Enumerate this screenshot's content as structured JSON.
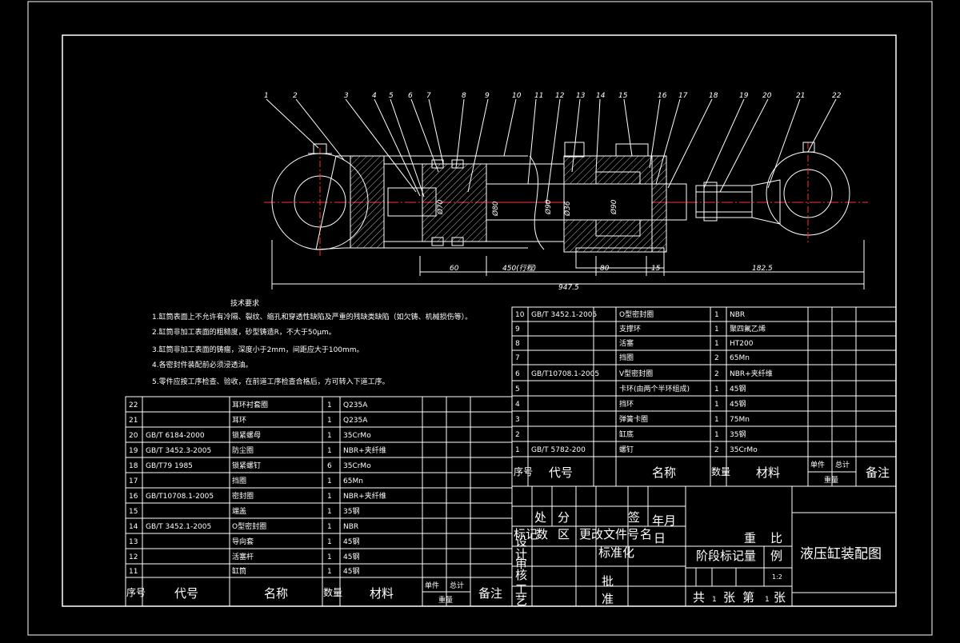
{
  "drawing": {
    "part_numbers": [
      "1",
      "2",
      "3",
      "4",
      "5",
      "6",
      "7",
      "8",
      "9",
      "10",
      "11",
      "12",
      "13",
      "14",
      "15",
      "16",
      "17",
      "18",
      "19",
      "20",
      "21",
      "22"
    ],
    "diameters": [
      "Ø70",
      "Ø80",
      "Ø90",
      "Ø36",
      "Ø90"
    ],
    "dimensions": {
      "d60": "60",
      "d450": "450(行程)",
      "d80": "80",
      "d15": "15",
      "d182": "182.5",
      "total": "947.5"
    }
  },
  "tech": {
    "title": "技术要求",
    "items": [
      "1.缸筒表面上不允许有冷隔、裂纹、缩孔和穿透性缺陷及严重的残缺类缺陷（如欠铸、机械损伤等）。",
      "2.缸筒非加工表面的粗糙度，砂型铸造R，不大于50μm。",
      "3.缸筒非加工表面的铸瘤，深度小于2mm，间距应大于100mm。",
      "4.各密封件装配前必须浸透油。",
      "5.零件应按工序检查、验收，在前道工序检查合格后，方可转入下道工序。"
    ]
  },
  "bom_right": {
    "rows": [
      {
        "no": "10",
        "code": "GB/T 3452.1-2005",
        "name": "O型密封圈",
        "qty": "1",
        "mat": "NBR"
      },
      {
        "no": "9",
        "code": "",
        "name": "支撑环",
        "qty": "1",
        "mat": "聚四氟乙烯"
      },
      {
        "no": "8",
        "code": "",
        "name": "活塞",
        "qty": "1",
        "mat": "HT200"
      },
      {
        "no": "7",
        "code": "",
        "name": "挡圈",
        "qty": "2",
        "mat": "65Mn"
      },
      {
        "no": "6",
        "code": "GB/T10708.1-2005",
        "name": "V型密封圈",
        "qty": "2",
        "mat": "NBR+夹纤维"
      },
      {
        "no": "5",
        "code": "",
        "name": "卡环(由两个半环组成)",
        "qty": "1",
        "mat": "45钢"
      },
      {
        "no": "4",
        "code": "",
        "name": "挡环",
        "qty": "1",
        "mat": "45钢"
      },
      {
        "no": "3",
        "code": "",
        "name": "弹簧卡圈",
        "qty": "1",
        "mat": "75Mn"
      },
      {
        "no": "2",
        "code": "",
        "name": "缸底",
        "qty": "1",
        "mat": "35钢"
      },
      {
        "no": "1",
        "code": "GB/T 5782-200",
        "name": "螺钉",
        "qty": "2",
        "mat": "35CrMo"
      }
    ],
    "header": {
      "no": "序号",
      "code": "代号",
      "name": "名称",
      "qty": "数量",
      "mat": "材料",
      "single": "单件",
      "total": "总计",
      "weight": "重量",
      "remark": "备注"
    }
  },
  "bom_left": {
    "rows": [
      {
        "no": "22",
        "code": "",
        "name": "耳环衬套圈",
        "qty": "1",
        "mat": "Q235A"
      },
      {
        "no": "21",
        "code": "",
        "name": "耳环",
        "qty": "1",
        "mat": "Q235A"
      },
      {
        "no": "20",
        "code": "GB/T 6184-2000",
        "name": "锁紧螺母",
        "qty": "1",
        "mat": "35CrMo"
      },
      {
        "no": "19",
        "code": "GB/T 3452.3-2005",
        "name": "防尘圈",
        "qty": "1",
        "mat": "NBR+夹纤维"
      },
      {
        "no": "18",
        "code": "GB/T79 1985",
        "name": "锁紧螺钉",
        "qty": "6",
        "mat": "35CrMo"
      },
      {
        "no": "17",
        "code": "",
        "name": "挡圈",
        "qty": "1",
        "mat": "65Mn"
      },
      {
        "no": "16",
        "code": "GB/T10708.1-2005",
        "name": "密封圈",
        "qty": "1",
        "mat": "NBR+夹纤维"
      },
      {
        "no": "15",
        "code": "",
        "name": "端盖",
        "qty": "1",
        "mat": "35钢"
      },
      {
        "no": "14",
        "code": "GB/T 3452.1-2005",
        "name": "O型密封圈",
        "qty": "1",
        "mat": "NBR"
      },
      {
        "no": "13",
        "code": "",
        "name": "导向套",
        "qty": "1",
        "mat": "45钢"
      },
      {
        "no": "12",
        "code": "",
        "name": "活塞杆",
        "qty": "1",
        "mat": "45钢"
      },
      {
        "no": "11",
        "code": "",
        "name": "缸筒",
        "qty": "1",
        "mat": "45钢"
      }
    ],
    "header": {
      "no": "序号",
      "code": "代号",
      "name": "名称",
      "qty": "数量",
      "mat": "材料",
      "single": "单件",
      "total": "总计",
      "weight": "重量",
      "remark": "备注"
    }
  },
  "title_block": {
    "chu": "处",
    "fen": "分",
    "qian": "签",
    "nianyue": "年月",
    "biaoji": "标记",
    "shu": "数",
    "qu": "区",
    "gengai": "更改文件号",
    "ming": "名",
    "ri": "日",
    "she": "设",
    "ji": "计",
    "biaozhun": "标准化",
    "shen": "审",
    "he": "核",
    "gong": "工",
    "yi": "艺",
    "pi": "批",
    "zhun": "准",
    "zhong": "重",
    "bi": "比",
    "jieduan": "阶段标记",
    "liang": "量",
    "li": "例",
    "scale": "1:2",
    "gong_total": "共",
    "sheets": "1",
    "zhang": "张",
    "di": "第",
    "sheet_no": "1",
    "zhang2": "张",
    "drawing_title": "液压缸装配图"
  }
}
